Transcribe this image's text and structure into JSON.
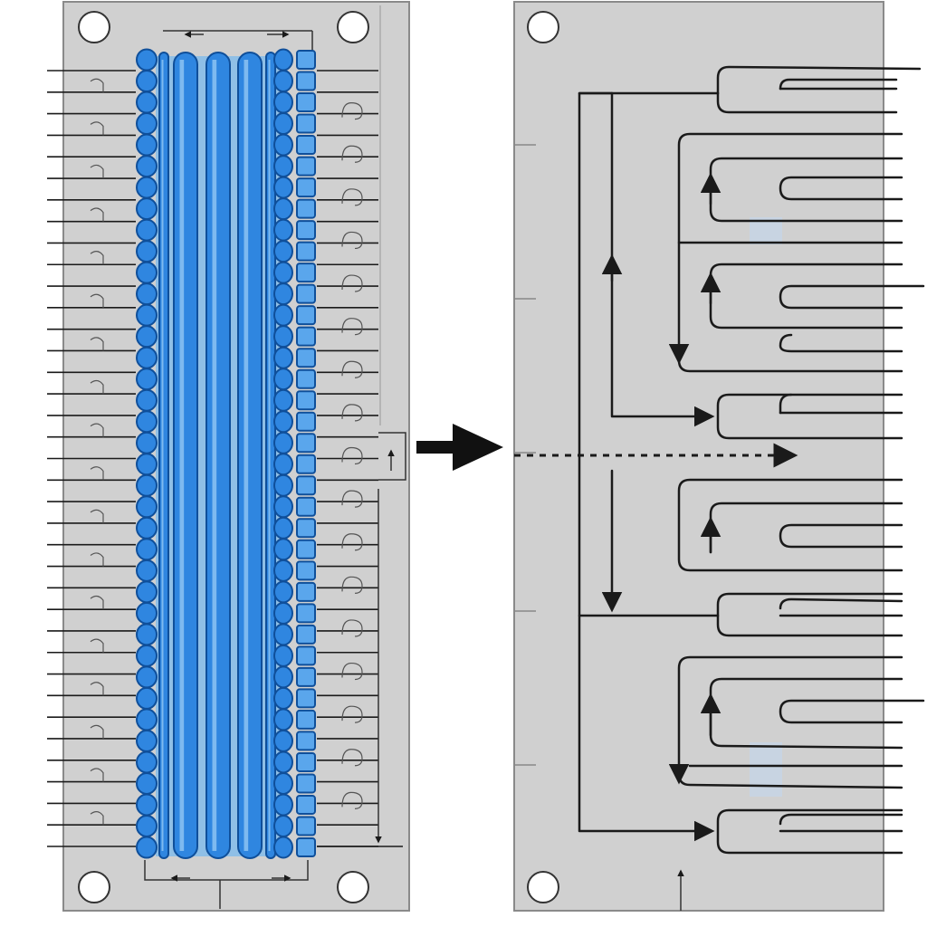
{
  "diagram": {
    "panels": [
      {
        "id": "left",
        "kind": "connector-board"
      },
      {
        "id": "right",
        "kind": "routing-schematic"
      }
    ],
    "transition_arrow": "right",
    "colors": {
      "panel_fill": "#d0d0d0",
      "panel_border": "#8a8a8a",
      "wire": "#1a1a1a",
      "blue_main": "#2f86e0",
      "blue_light": "#5aa6ec",
      "blue_dark": "#0f4f9a",
      "hole_fill": "#ffffff",
      "highlight": "#c6d4e6"
    }
  }
}
